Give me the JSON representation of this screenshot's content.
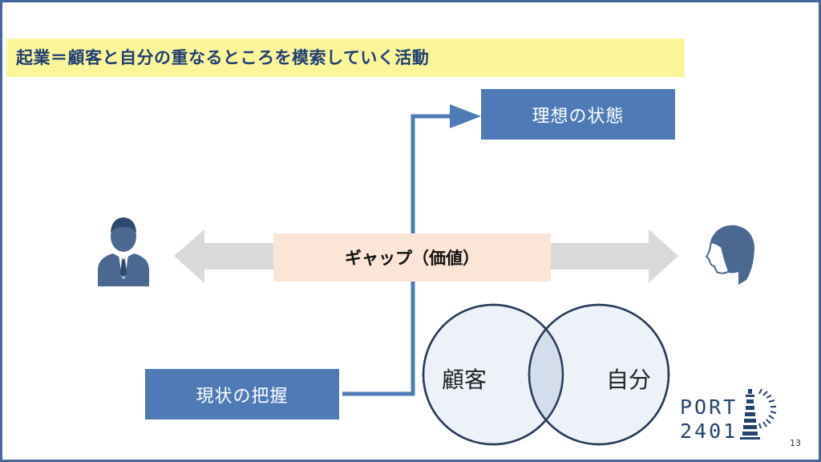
{
  "title": "起業＝顧客と自分の重なるところを模索していく活動",
  "boxes": {
    "ideal": "理想の状態",
    "current": "現状の把握",
    "gap": "ギャップ（価値）"
  },
  "venn": {
    "left": "顧客",
    "right": "自分"
  },
  "logo": {
    "line1": "PORT",
    "line2": "2401"
  },
  "page_number": "13",
  "colors": {
    "border": "#44689b",
    "box_blue": "#4e7bb6",
    "title_bg": "#fbf59a",
    "gap_bg": "#fbe5d6",
    "arrow_gray": "#d9d9d9",
    "person": "#4a6890"
  },
  "icons": [
    "businessman-icon",
    "woman-icon",
    "lighthouse-icon"
  ]
}
